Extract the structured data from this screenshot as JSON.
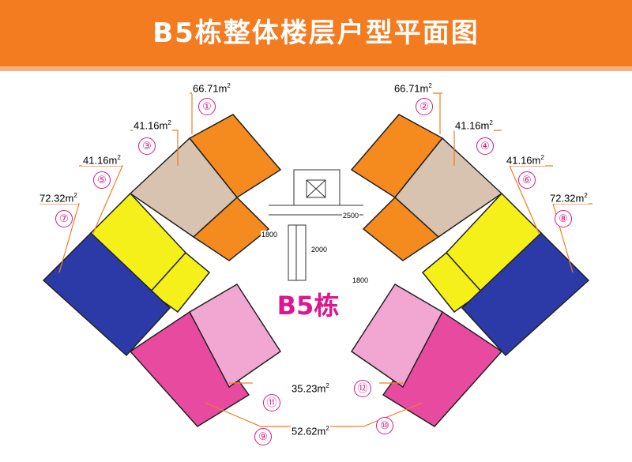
{
  "header": {
    "title": "B5栋整体楼层户型平面图",
    "bg_color": "#f47c20"
  },
  "center_label": "B5栋",
  "colors": {
    "orange": "#f58a1f",
    "tan": "#d8c3b0",
    "yellow": "#f5ef1a",
    "blue": "#2c3aa8",
    "pink": "#e84aa0",
    "lightpink": "#f2a6d2",
    "accent": "#e0148c"
  },
  "units": [
    {
      "num": "①",
      "area": "66.71",
      "color": "orange"
    },
    {
      "num": "②",
      "area": "66.71",
      "color": "orange"
    },
    {
      "num": "③",
      "area": "41.16",
      "color": "tan"
    },
    {
      "num": "④",
      "area": "41.16",
      "color": "tan"
    },
    {
      "num": "⑤",
      "area": "41.16",
      "color": "yellow"
    },
    {
      "num": "⑥",
      "area": "41.16",
      "color": "yellow"
    },
    {
      "num": "⑦",
      "area": "72.32",
      "color": "blue"
    },
    {
      "num": "⑧",
      "area": "72.32",
      "color": "blue"
    },
    {
      "num": "⑨",
      "area": "52.62",
      "color": "pink"
    },
    {
      "num": "⑩",
      "area": "52.62",
      "color": "pink"
    },
    {
      "num": "⑪",
      "area": "35.23",
      "color": "lightpink"
    },
    {
      "num": "⑫",
      "area": "35.23",
      "color": "lightpink"
    }
  ],
  "area_unit": "m",
  "area_unit_sup": "2",
  "dimensions": [
    "2000",
    "2500",
    "1800",
    "1800"
  ]
}
